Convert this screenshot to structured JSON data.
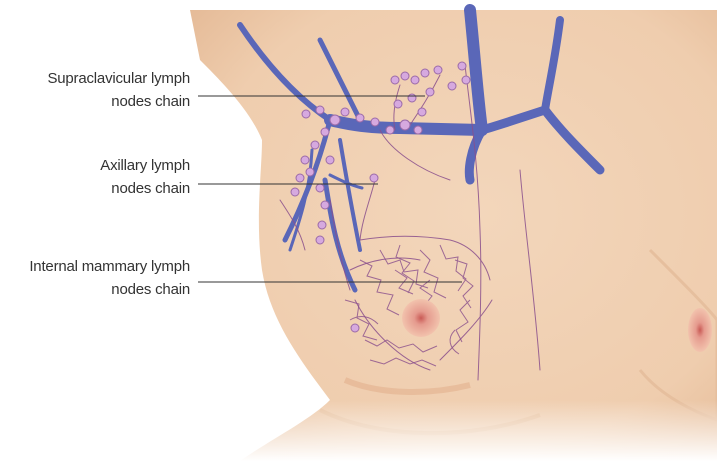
{
  "labels": [
    {
      "line1": "Supraclavicular lymph",
      "line2": "nodes chain"
    },
    {
      "line1": "Axillary lymph",
      "line2": "nodes chain"
    },
    {
      "line1": "Internal mammary lymph",
      "line2": "nodes chain"
    }
  ],
  "colors": {
    "skin": "#efcdae",
    "skin_shadow": "#e3b793",
    "vein": "#5a67b8",
    "lymph_vessel": "#8a4f8c",
    "lymph_node": "#d6a9df",
    "nipple": "#d9857d",
    "leader_line": "#333333"
  }
}
